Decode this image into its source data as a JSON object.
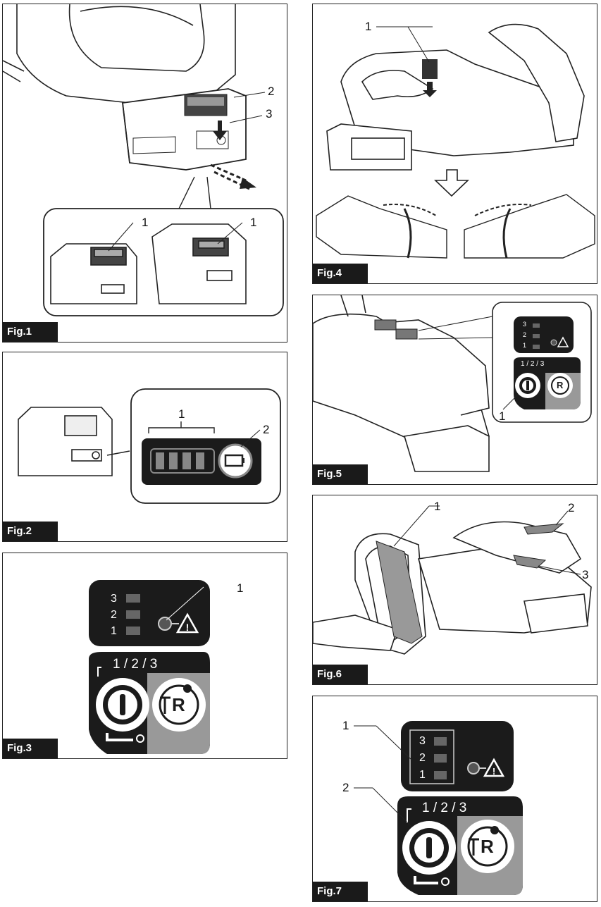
{
  "figures": [
    {
      "label": "Fig.1",
      "callouts": [
        "1",
        "2",
        "3"
      ]
    },
    {
      "label": "Fig.2",
      "callouts": [
        "1",
        "2"
      ]
    },
    {
      "label": "Fig.3",
      "callouts": [
        "1"
      ]
    },
    {
      "label": "Fig.4",
      "callouts": [
        "1"
      ]
    },
    {
      "label": "Fig.5",
      "callouts": [
        "1"
      ]
    },
    {
      "label": "Fig.6",
      "callouts": [
        "1",
        "2",
        "3"
      ]
    },
    {
      "label": "Fig.7",
      "callouts": [
        "1",
        "2"
      ]
    }
  ],
  "panel_text": {
    "level_3": "3",
    "level_2": "2",
    "level_1": "1",
    "speed_modes": "1 / 2 / 3",
    "reverse_letter": "R"
  },
  "icons": [
    "battery-pack-icon",
    "power-button-icon",
    "reverse-button-icon",
    "warning-triangle-icon",
    "battery-indicator-icon"
  ]
}
